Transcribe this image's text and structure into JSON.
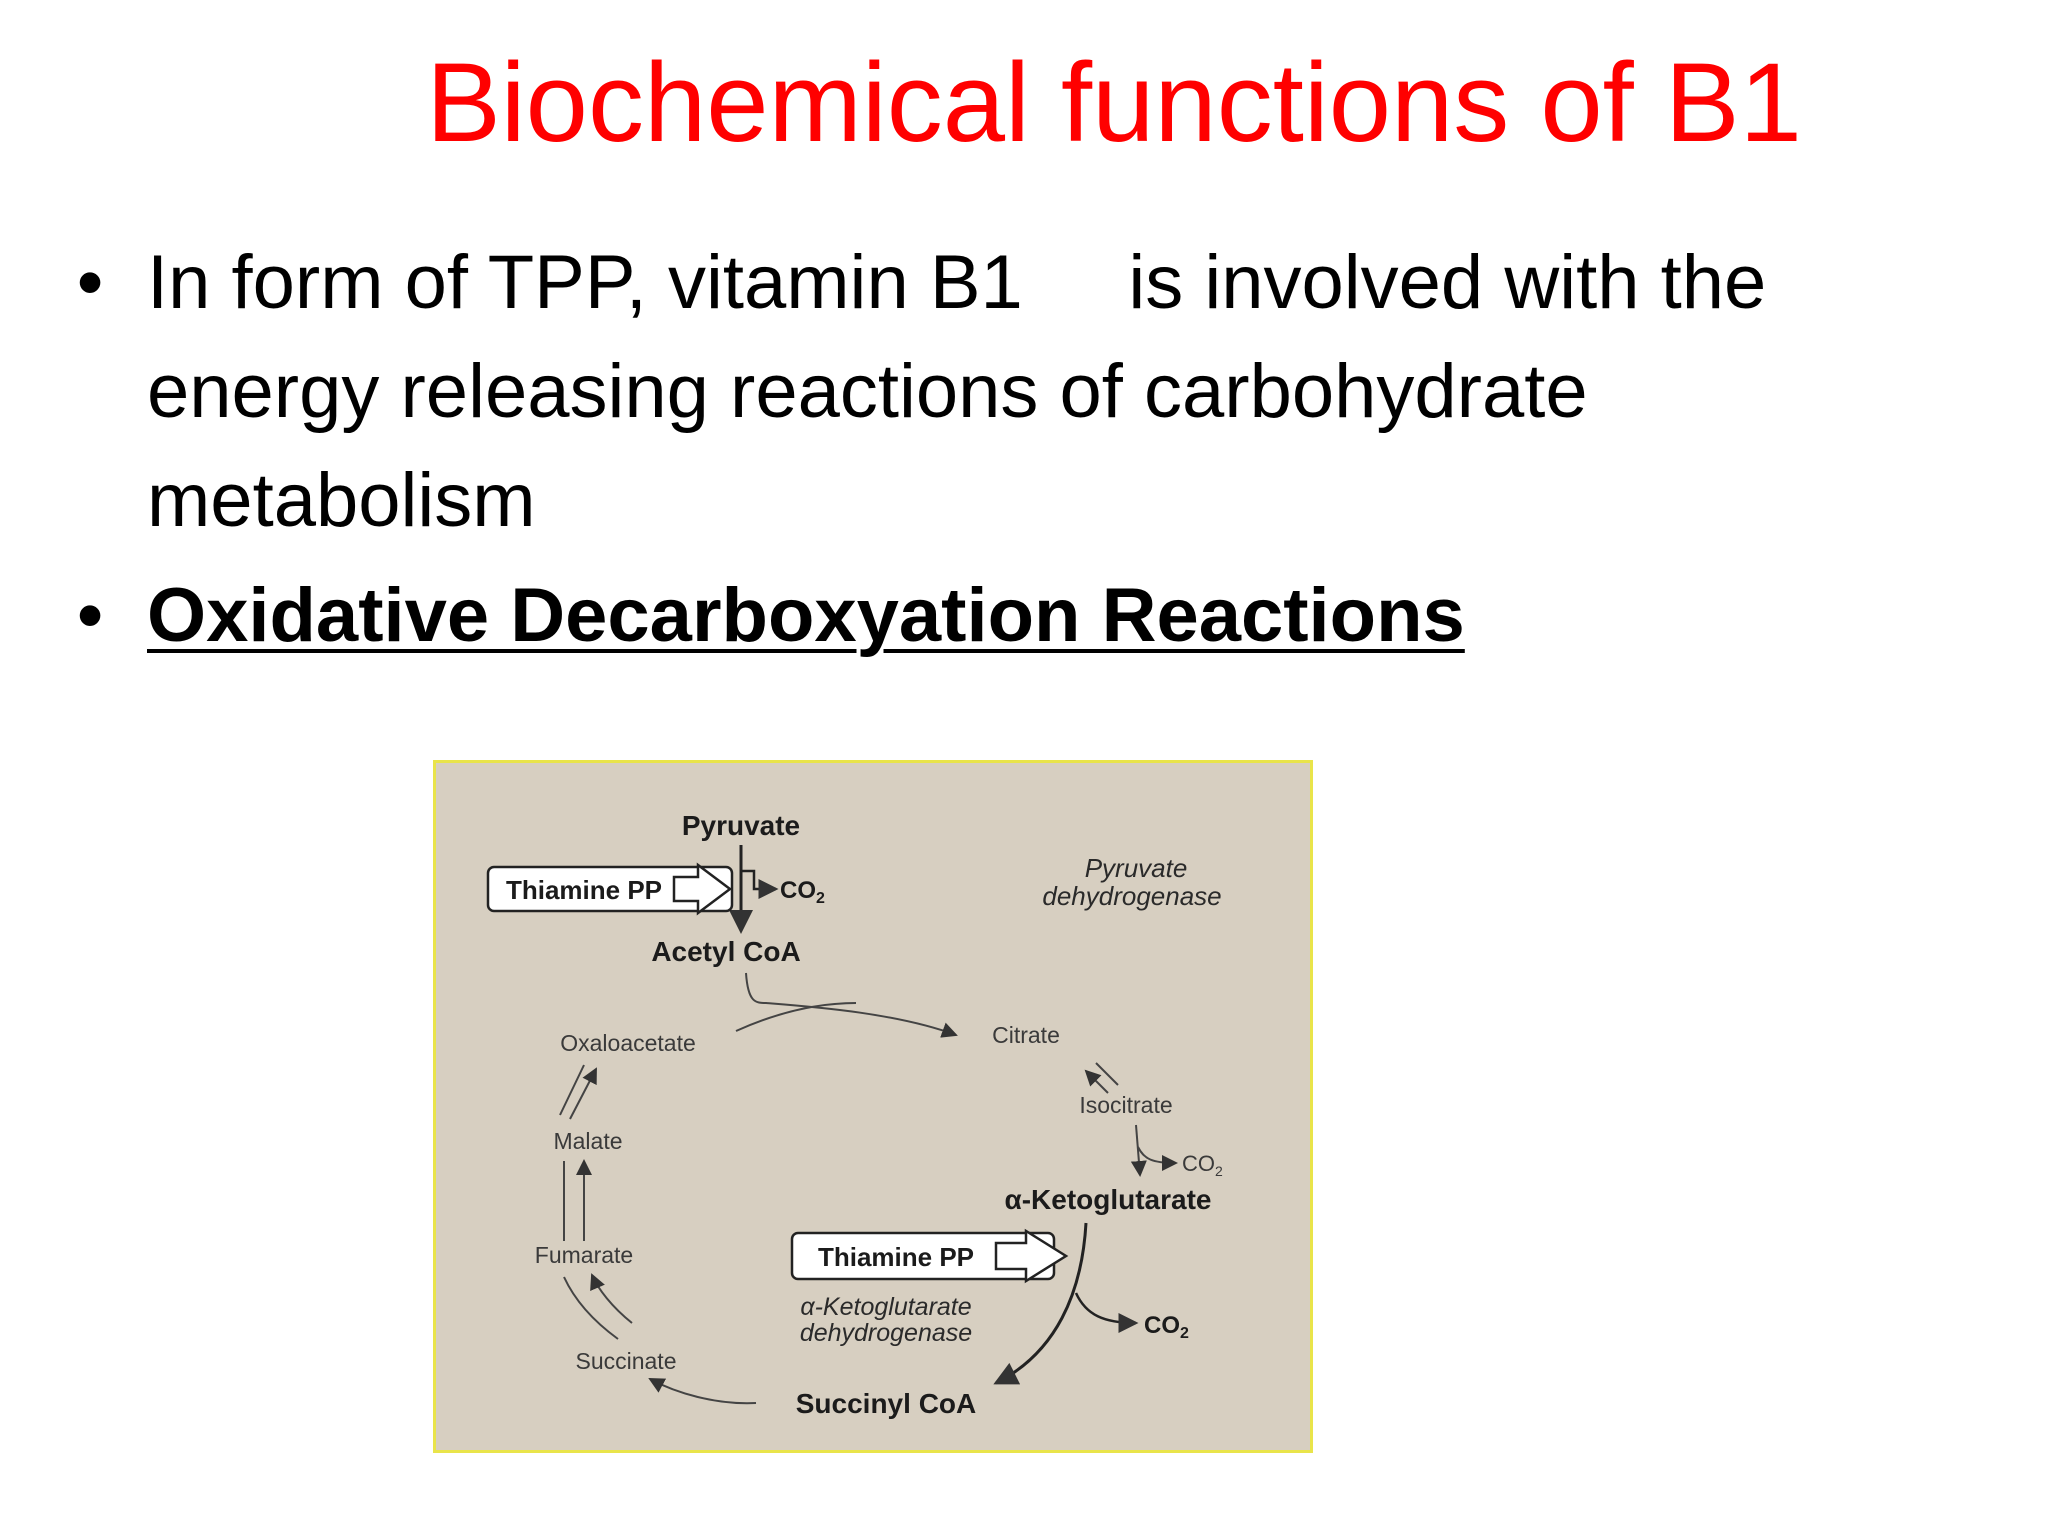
{
  "slide": {
    "title": "Biochemical functions of B1",
    "bullets": [
      {
        "marker": "•",
        "text": "In form of TPP, vitamin B1     is involved with the energy releasing reactions of carbohydrate metabolism"
      },
      {
        "marker": "•",
        "text": "Oxidative Decarboxyation Reactions"
      }
    ]
  },
  "figure": {
    "pyruvate": "Pyruvate",
    "thiamine_pp_top": "Thiamine PP",
    "co2_top": "CO",
    "co2_top_sub": "2",
    "enzyme_top_line1": "Pyruvate",
    "enzyme_top_line2": "dehydrogenase",
    "acetyl_coa": "Acetyl CoA",
    "oxaloacetate": "Oxaloacetate",
    "citrate": "Citrate",
    "isocitrate": "Isocitrate",
    "co2_mid": "CO",
    "co2_mid_sub": "2",
    "malate": "Malate",
    "ketoglutarate": "α-Ketoglutarate",
    "fumarate": "Fumarate",
    "thiamine_pp_bottom": "Thiamine PP",
    "enzyme_bottom_line1": "α-Ketoglutarate",
    "enzyme_bottom_line2": "dehydrogenase",
    "co2_bottom": "CO",
    "co2_bottom_sub": "2",
    "succinate": "Succinate",
    "succinyl_coa": "Succinyl CoA"
  },
  "colors": {
    "title": "#ff0000",
    "figure_bg": "#d7cfc1",
    "figure_border": "#e9e44a"
  }
}
